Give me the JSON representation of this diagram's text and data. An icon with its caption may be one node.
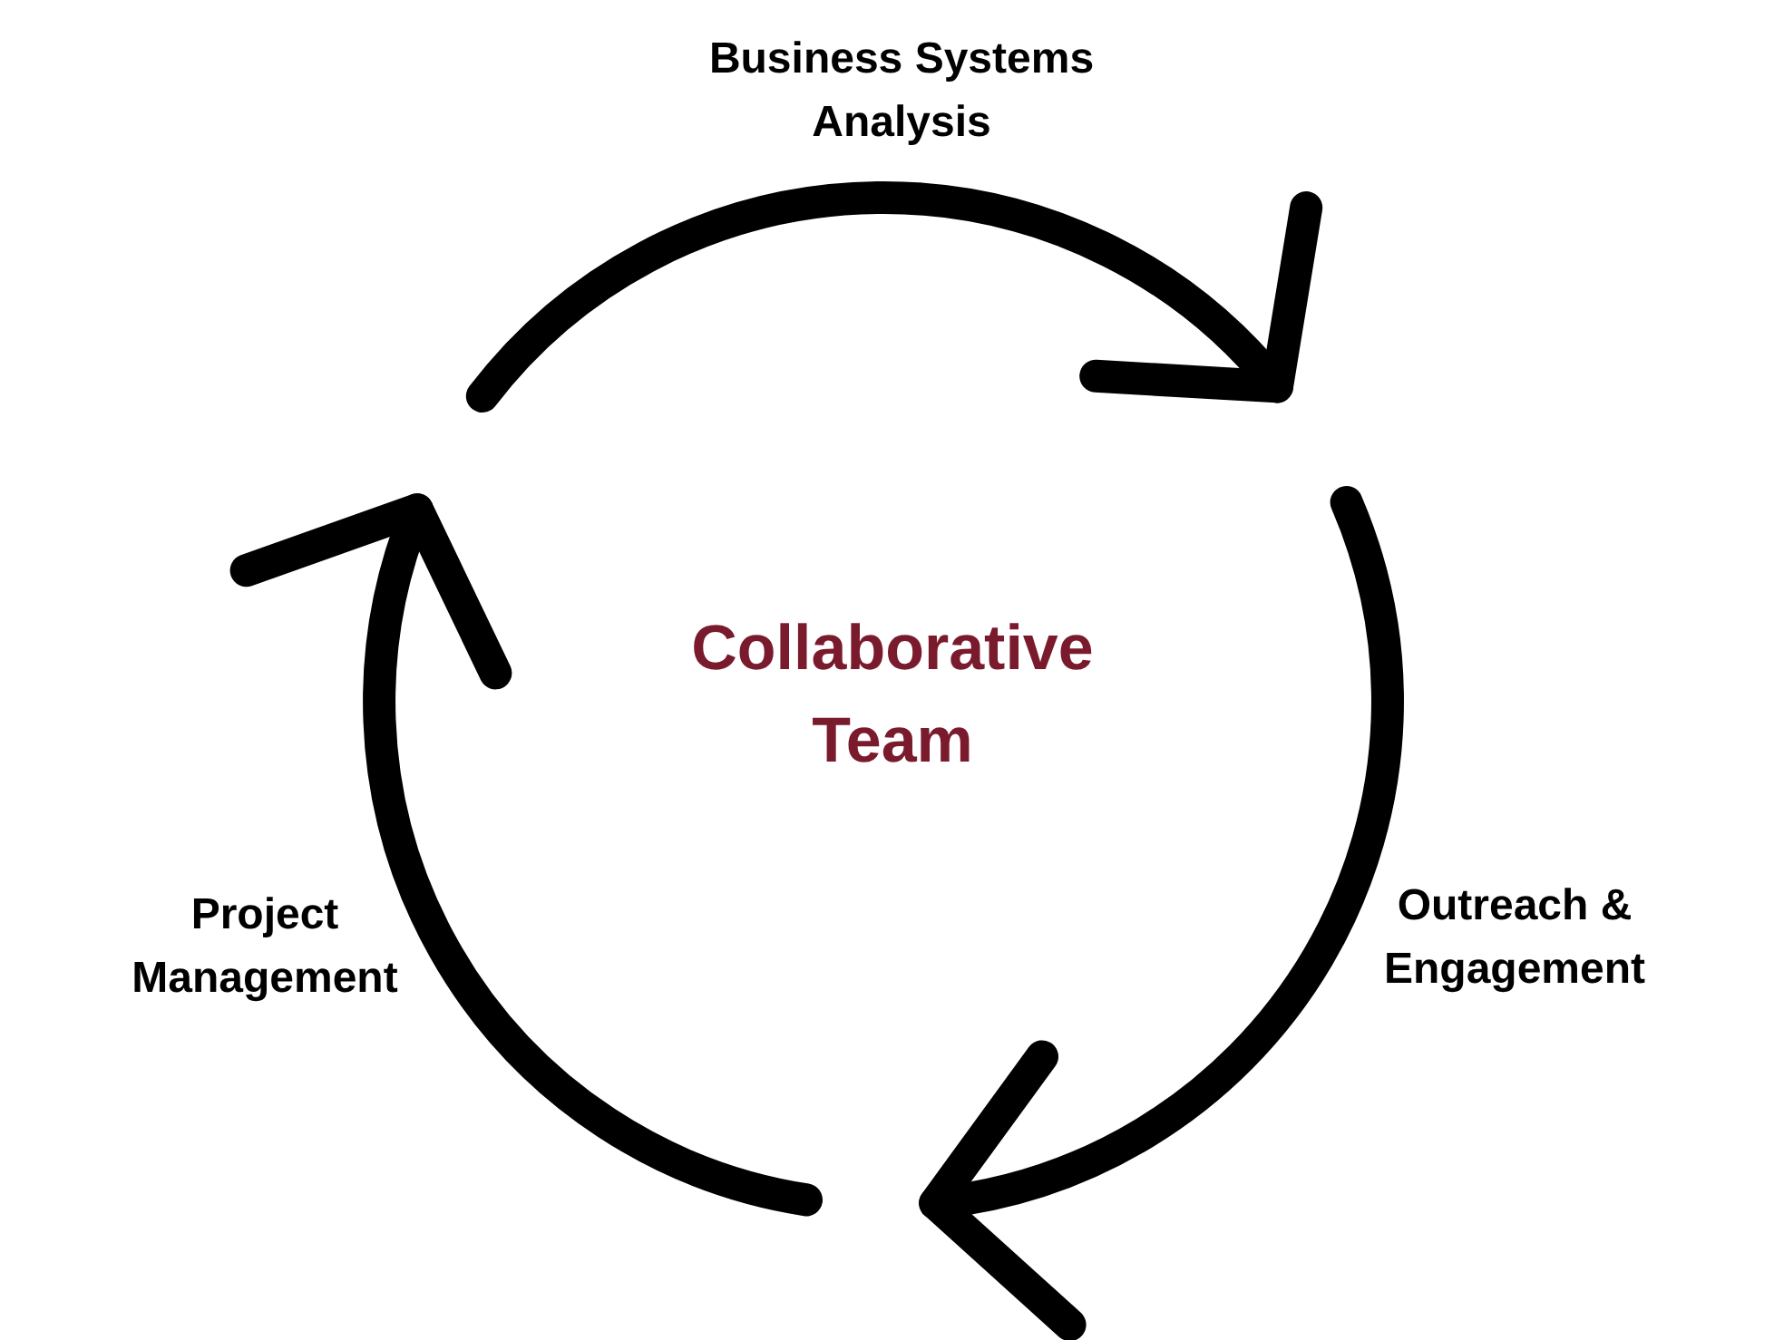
{
  "diagram": {
    "labels": [
      "Business Systems Analysis",
      "Collaborative Team",
      "Project Management",
      "Outreach & Engagement"
    ]
  }
}
